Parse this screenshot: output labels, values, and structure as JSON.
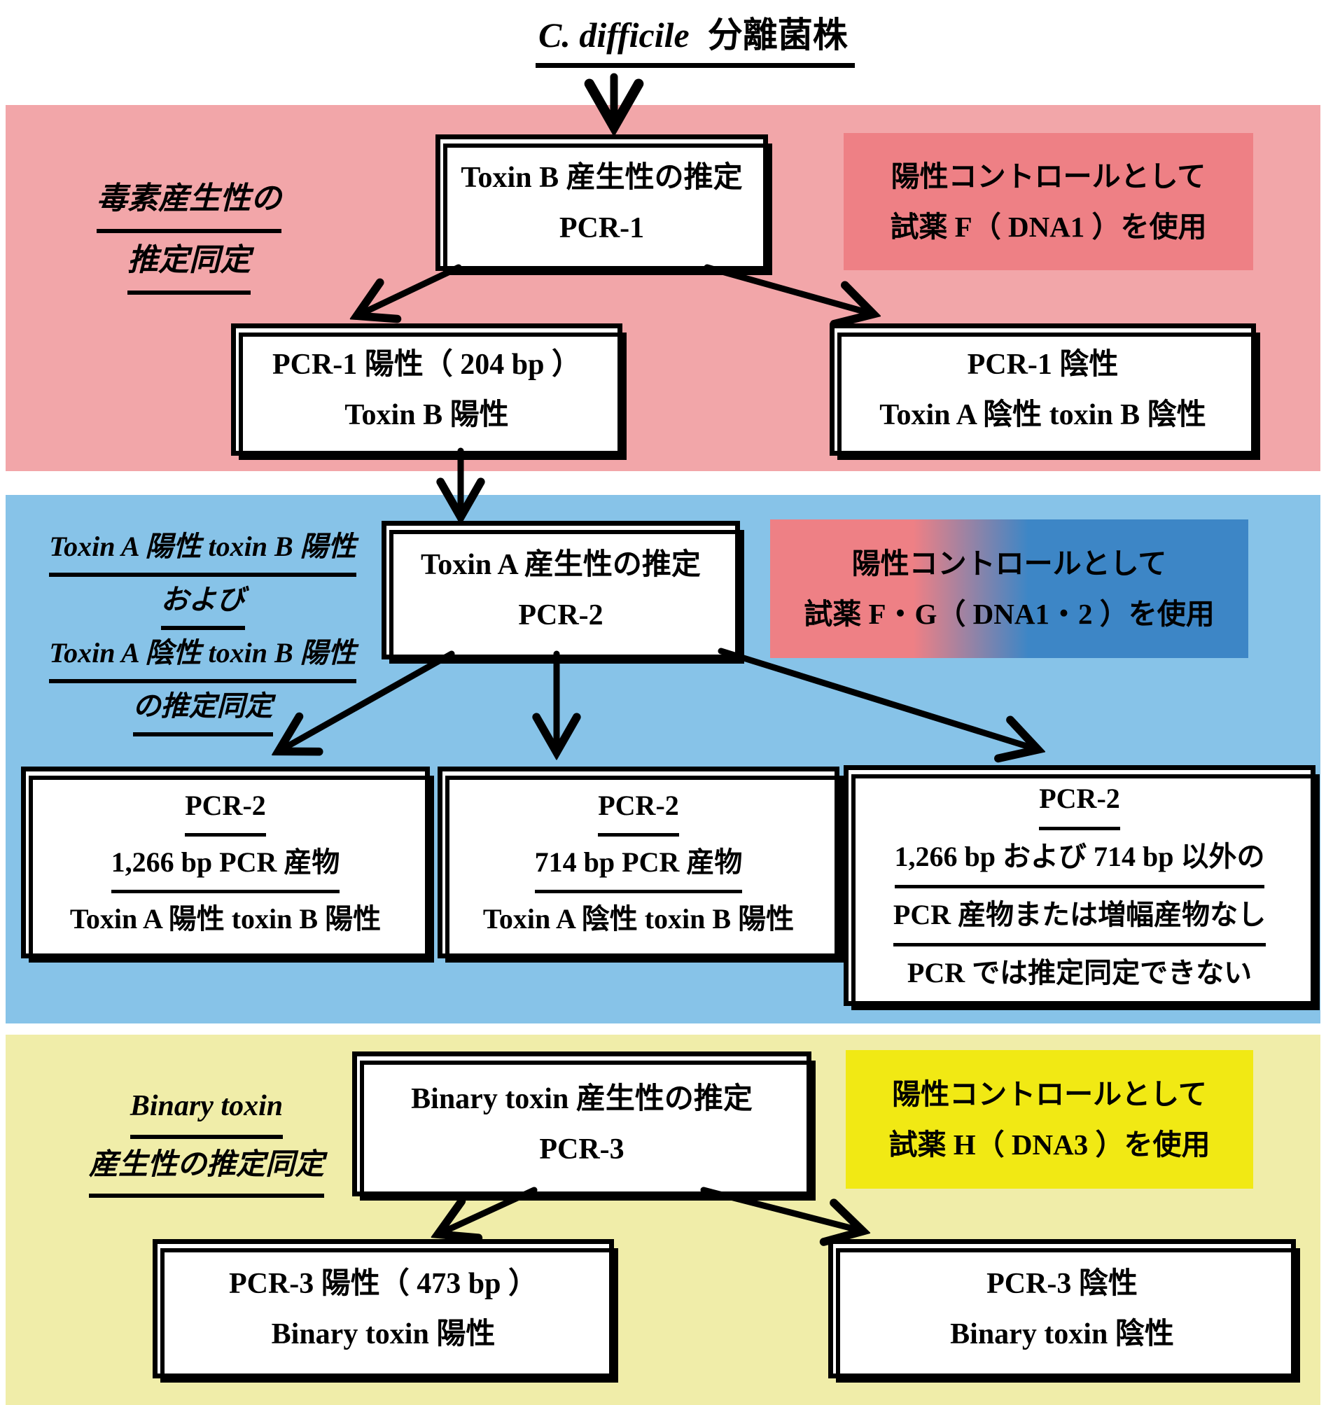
{
  "title": {
    "species": "C. difficile",
    "rest": "分離菌株"
  },
  "pink_section": {
    "label": [
      "毒素産生性の",
      "推定同定"
    ],
    "process_box": [
      "Toxin B 産生性の推定",
      "PCR-1"
    ],
    "control_note": [
      "陽性コントロールとして",
      "試薬 F（ DNA1 ）を使用"
    ],
    "result_positive": [
      "PCR-1 陽性（ 204 bp ）",
      "Toxin B 陽性"
    ],
    "result_negative": [
      "PCR-1 陰性",
      "Toxin A 陰性 toxin B 陰性"
    ]
  },
  "blue_section": {
    "label": [
      "Toxin A 陽性 toxin B 陽性",
      "および",
      "Toxin A 陰性 toxin B 陽性",
      "の推定同定"
    ],
    "process_box": [
      "Toxin A 産生性の推定",
      "PCR-2"
    ],
    "control_note": [
      "陽性コントロールとして",
      "試薬 F・G（ DNA1・2 ）を使用"
    ],
    "result_left": {
      "underlined": [
        "PCR-2",
        "1,266 bp PCR 産物"
      ],
      "plain": [
        "Toxin A 陽性 toxin B 陽性"
      ]
    },
    "result_middle": {
      "underlined": [
        "PCR-2",
        "714 bp PCR 産物"
      ],
      "plain": [
        "Toxin A 陰性 toxin B 陽性"
      ]
    },
    "result_right": {
      "underlined": [
        "PCR-2",
        "1,266 bp および 714 bp 以外の",
        "PCR 産物または増幅産物なし"
      ],
      "plain": [
        "PCR では推定同定できない"
      ]
    }
  },
  "yellow_section": {
    "label": [
      "Binary toxin",
      "産生性の推定同定"
    ],
    "process_box": [
      "Binary toxin 産生性の推定",
      "PCR-3"
    ],
    "control_note": [
      "陽性コントロールとして",
      "試薬 H（ DNA3 ）を使用"
    ],
    "result_positive": [
      "PCR-3 陽性（ 473 bp ）",
      "Binary toxin 陽性"
    ],
    "result_negative": [
      "PCR-3 陰性",
      "Binary toxin 陰性"
    ]
  },
  "colors": {
    "pink_bg": "#F2A6A9",
    "pink_note": "#EE8085",
    "blue_bg": "#87C3E8",
    "blue_note": "#3D86C6",
    "yellow_bg": "#F0EDA9",
    "yellow_note": "#F1E914",
    "arrow": "#000000"
  }
}
